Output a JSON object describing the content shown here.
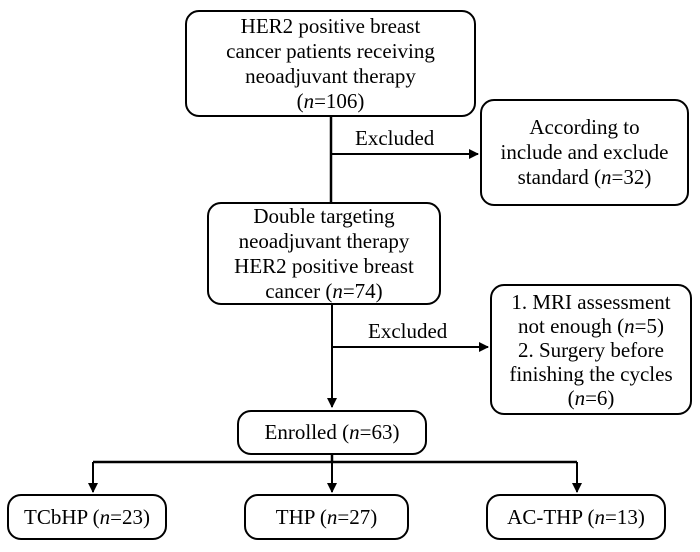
{
  "flowchart": {
    "start": {
      "line1": "HER2 positive breast",
      "line2": "cancer patients receiving",
      "line3": "neoadjuvant therapy",
      "n_open": "(",
      "n_var": "n",
      "n_val": "=106)"
    },
    "excluded_1": {
      "label": "Excluded",
      "line1": "According to",
      "line2": "include and exclude",
      "line3_text": "standard (",
      "n_var": "n",
      "n_val": "=32)"
    },
    "double_targeting": {
      "line1": "Double targeting",
      "line2": "neoadjuvant therapy",
      "line3": "HER2 positive breast",
      "line4_text": "cancer (",
      "n_var": "n",
      "n_val": "=74)"
    },
    "excluded_2": {
      "label": "Excluded",
      "line1": "1. MRI assessment",
      "line2_text": "not enough (",
      "line2_var": "n",
      "line2_val": "=5)",
      "line3": "2. Surgery before",
      "line4": "finishing the cycles",
      "line5_open": "(",
      "line5_var": "n",
      "line5_val": "=6)"
    },
    "enrolled": {
      "text": "Enrolled (",
      "n_var": "n",
      "n_val": "=63)"
    },
    "groups": [
      {
        "text": "TCbHP (",
        "n_var": "n",
        "n_val": "=23)"
      },
      {
        "text": "THP (",
        "n_var": "n",
        "n_val": "=27)"
      },
      {
        "text": "AC-THP (",
        "n_var": "n",
        "n_val": "=13)"
      }
    ]
  }
}
